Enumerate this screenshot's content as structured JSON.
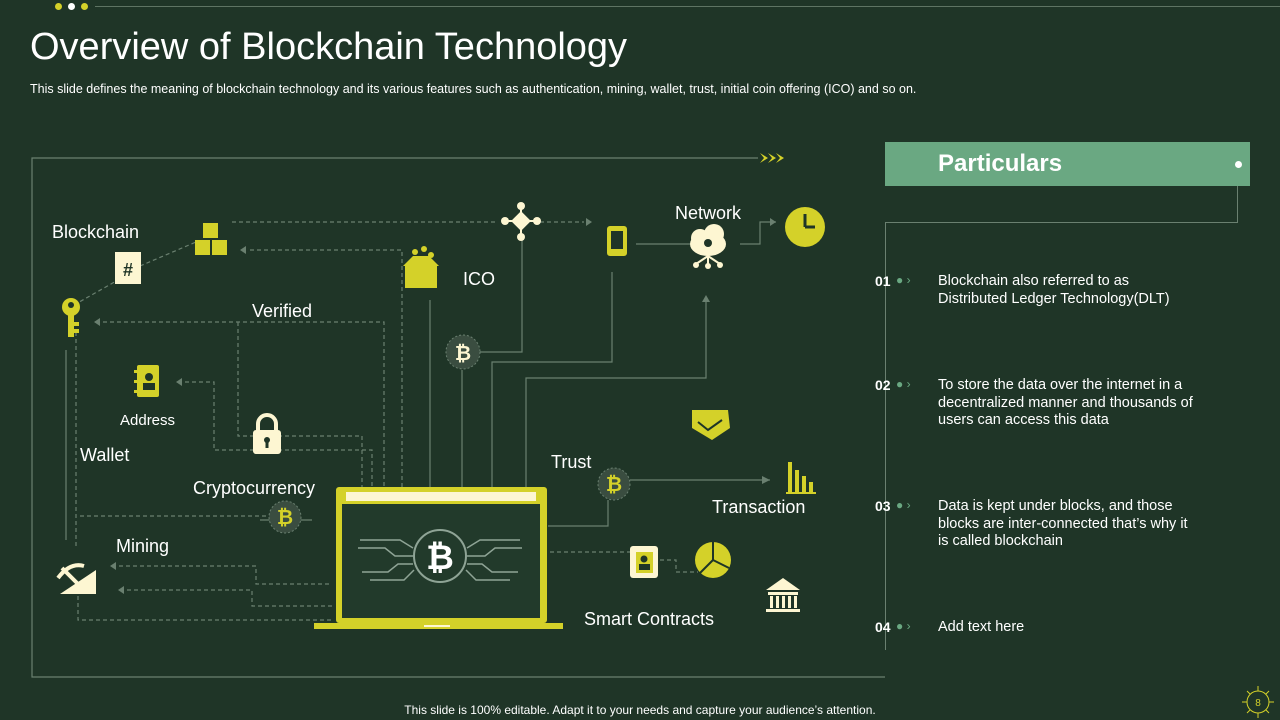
{
  "header": {
    "title": "Overview of Blockchain Technology",
    "subtitle": "This slide defines the meaning of blockchain technology and its various features such as authentication, mining, wallet, trust, initial coin offering (ICO) and so on."
  },
  "diagram": {
    "labels": {
      "blockchain": "Blockchain",
      "verified": "Verified",
      "address": "Address",
      "wallet": "Wallet",
      "cryptocurrency": "Cryptocurrency",
      "mining": "Mining",
      "ico": "ICO",
      "network": "Network",
      "trust": "Trust",
      "transaction": "Transaction",
      "smart_contracts": "Smart Contracts"
    },
    "icons": [
      "hash-icon",
      "boxes-icon",
      "key-icon",
      "address-book-icon",
      "lock-icon",
      "bitcoin-icon",
      "mining-icon",
      "ico-box-icon",
      "network-node-icon",
      "phone-icon",
      "cloud-network-icon",
      "clock-icon",
      "handshake-icon",
      "bar-chart-icon",
      "contact-icon",
      "pie-chart-icon",
      "bank-icon",
      "laptop-icon"
    ]
  },
  "particulars": {
    "heading": "Particulars",
    "items": [
      {
        "number": "01",
        "text": "Blockchain also referred to as Distributed Ledger Technology(DLT)"
      },
      {
        "number": "02",
        "text": "To store the data over the internet in a decentralized manner and thousands of users can access this data"
      },
      {
        "number": "03",
        "text": "Data is kept under blocks, and those blocks are inter-connected that’s why it is called blockchain"
      },
      {
        "number": "04",
        "text": "Add text here"
      }
    ]
  },
  "footer": {
    "text": "This slide is 100% editable. Adapt it to your needs and capture your audience’s attention.",
    "page_number": "8"
  },
  "colors": {
    "background": "#1f3527",
    "accent_yellow": "#d4d129",
    "accent_green": "#6aa882",
    "cream": "#fdf6d2"
  }
}
